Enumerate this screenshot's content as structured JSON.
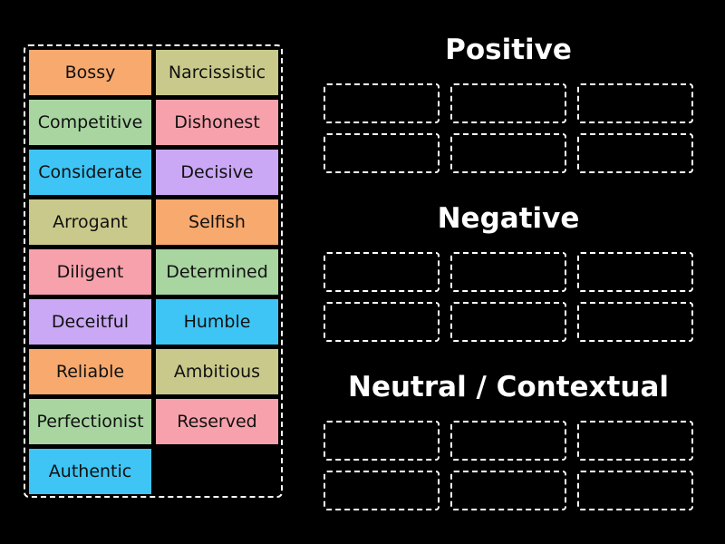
{
  "colors": {
    "orange": "#f7a96e",
    "olive": "#c9c98b",
    "green": "#a8d5a0",
    "pink": "#f7a1ac",
    "blue": "#3ec5f5",
    "purple": "#caa8f5"
  },
  "tiles": [
    {
      "label": "Bossy",
      "color": "orange"
    },
    {
      "label": "Narcissistic",
      "color": "olive"
    },
    {
      "label": "Competitive",
      "color": "green"
    },
    {
      "label": "Dishonest",
      "color": "pink"
    },
    {
      "label": "Considerate",
      "color": "blue"
    },
    {
      "label": "Decisive",
      "color": "purple"
    },
    {
      "label": "Arrogant",
      "color": "olive"
    },
    {
      "label": "Selfish",
      "color": "orange"
    },
    {
      "label": "Diligent",
      "color": "pink"
    },
    {
      "label": "Determined",
      "color": "green"
    },
    {
      "label": "Deceitful",
      "color": "purple"
    },
    {
      "label": "Humble",
      "color": "blue"
    },
    {
      "label": "Reliable",
      "color": "orange"
    },
    {
      "label": "Ambitious",
      "color": "olive"
    },
    {
      "label": "Perfectionist",
      "color": "green"
    },
    {
      "label": "Reserved",
      "color": "pink"
    },
    {
      "label": "Authentic",
      "color": "blue"
    }
  ],
  "groups": [
    {
      "title": "Positive"
    },
    {
      "title": "Negative"
    },
    {
      "title": "Neutral / Contextual"
    }
  ]
}
